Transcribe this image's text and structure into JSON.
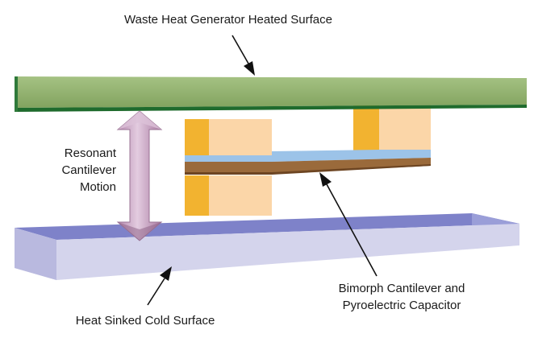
{
  "labels": {
    "hot_surface": "Waste Heat Generator Heated Surface",
    "motion": [
      "Resonant",
      "Cantilever",
      "Motion"
    ],
    "cantilever": [
      "Bimorph Cantilever and",
      "Pyroelectric Capacitor"
    ],
    "cold_surface": "Heat Sinked Cold Surface"
  },
  "colors": {
    "hot_surface_top": "#8fb06b",
    "hot_surface_front": "#1f6b2d",
    "cold_surface_top": "#7e82c9",
    "cold_surface_front": "#d4d4ec",
    "pillar_face": "#fbd6a8",
    "pillar_side": "#f2b330",
    "cantilever_top": "#9cc3e8",
    "cantilever_body": "#9a6a3b",
    "motion_arrow": "#c59fbf"
  }
}
